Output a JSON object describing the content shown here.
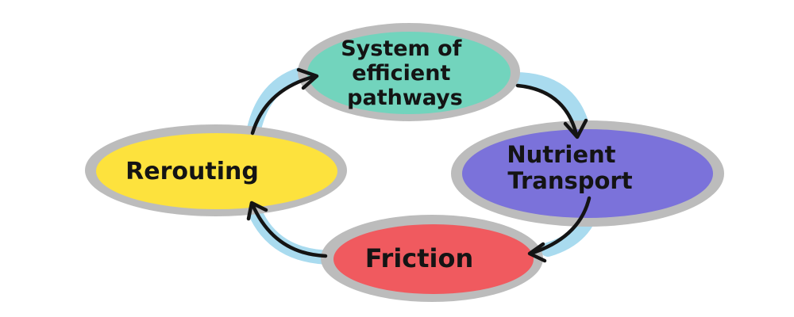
{
  "diagram": {
    "nodes": [
      {
        "id": "system",
        "lines": [
          "System of",
          "efficient",
          "pathways"
        ],
        "color": "#72d4bd"
      },
      {
        "id": "nutrient",
        "lines": [
          "Nutrient",
          "Transport"
        ],
        "color": "#7b72da"
      },
      {
        "id": "friction",
        "lines": [
          "Friction"
        ],
        "color": "#f05a5f"
      },
      {
        "id": "rerouting",
        "lines": [
          "Rerouting"
        ],
        "color": "#fde23d"
      }
    ],
    "edges": [
      {
        "from": "system",
        "to": "nutrient"
      },
      {
        "from": "nutrient",
        "to": "friction"
      },
      {
        "from": "friction",
        "to": "rerouting"
      },
      {
        "from": "rerouting",
        "to": "system"
      }
    ],
    "colors": {
      "halo": "#bcbcbc",
      "cycle_ring": "#a9dbef",
      "arrow": "#141414"
    }
  }
}
